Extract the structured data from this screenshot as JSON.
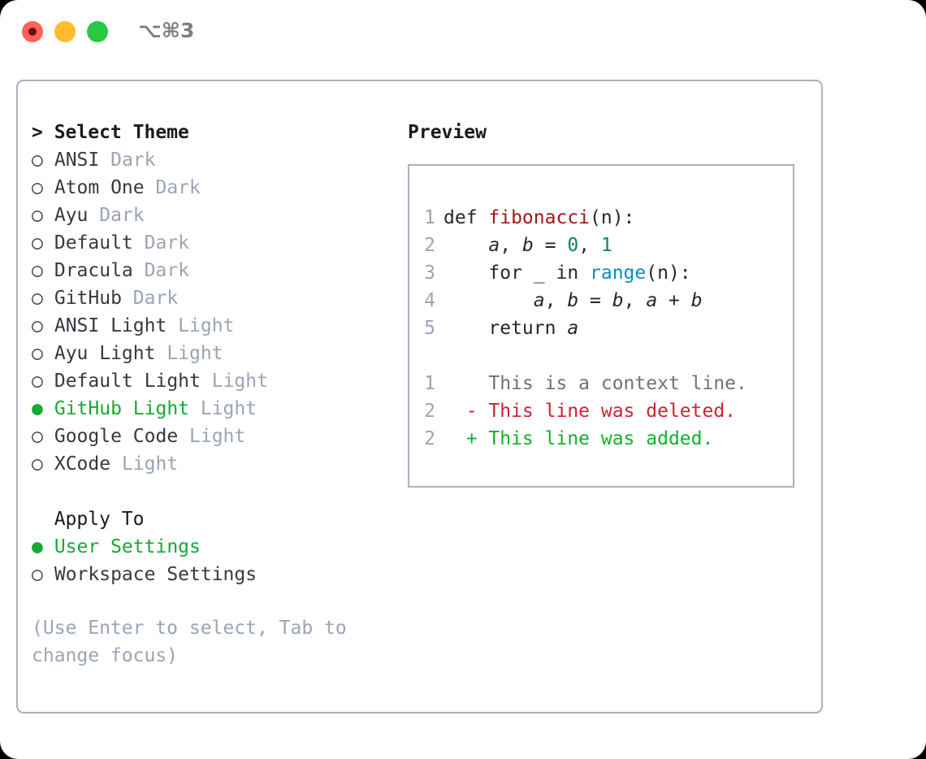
{
  "titlebar": {
    "shortcut": "⌥⌘3",
    "lights": [
      {
        "name": "close",
        "color": "#ff6259"
      },
      {
        "name": "minimize",
        "color": "#febc2e"
      },
      {
        "name": "maximize",
        "color": "#28c840"
      }
    ]
  },
  "theme_list": {
    "header": "> Select Theme",
    "marker_selected": "●",
    "marker_unselected": "○",
    "items": [
      {
        "name": "ANSI",
        "variant": "Dark",
        "selected": false
      },
      {
        "name": "Atom One",
        "variant": "Dark",
        "selected": false
      },
      {
        "name": "Ayu",
        "variant": "Dark",
        "selected": false
      },
      {
        "name": "Default",
        "variant": "Dark",
        "selected": false
      },
      {
        "name": "Dracula",
        "variant": "Dark",
        "selected": false
      },
      {
        "name": "GitHub",
        "variant": "Dark",
        "selected": false
      },
      {
        "name": "ANSI Light",
        "variant": "Light",
        "selected": false
      },
      {
        "name": "Ayu Light",
        "variant": "Light",
        "selected": false
      },
      {
        "name": "Default Light",
        "variant": "Light",
        "selected": false
      },
      {
        "name": "GitHub Light",
        "variant": "Light",
        "selected": true
      },
      {
        "name": "Google Code",
        "variant": "Light",
        "selected": false
      },
      {
        "name": "XCode",
        "variant": "Light",
        "selected": false
      }
    ]
  },
  "apply_to": {
    "title": "Apply To",
    "items": [
      {
        "name": "User Settings",
        "selected": true
      },
      {
        "name": "Workspace Settings",
        "selected": false
      }
    ]
  },
  "hint": "(Use Enter to select, Tab to change focus)",
  "preview": {
    "header": "Preview",
    "code_lines": [
      {
        "num": "1",
        "tokens": [
          {
            "text": "def ",
            "kind": "plain"
          },
          {
            "text": "fibonacci",
            "kind": "fn"
          },
          {
            "text": "(n):",
            "kind": "plain"
          }
        ]
      },
      {
        "num": "2",
        "tokens": [
          {
            "text": "    ",
            "kind": "plain"
          },
          {
            "text": "a",
            "kind": "var"
          },
          {
            "text": ", ",
            "kind": "plain"
          },
          {
            "text": "b",
            "kind": "var"
          },
          {
            "text": " = ",
            "kind": "plain"
          },
          {
            "text": "0",
            "kind": "num"
          },
          {
            "text": ", ",
            "kind": "plain"
          },
          {
            "text": "1",
            "kind": "num"
          }
        ]
      },
      {
        "num": "3",
        "tokens": [
          {
            "text": "    for _ in ",
            "kind": "plain"
          },
          {
            "text": "range",
            "kind": "call"
          },
          {
            "text": "(n):",
            "kind": "plain"
          }
        ]
      },
      {
        "num": "4",
        "tokens": [
          {
            "text": "        ",
            "kind": "plain"
          },
          {
            "text": "a",
            "kind": "var"
          },
          {
            "text": ", ",
            "kind": "plain"
          },
          {
            "text": "b",
            "kind": "var"
          },
          {
            "text": " = ",
            "kind": "plain"
          },
          {
            "text": "b",
            "kind": "var"
          },
          {
            "text": ", ",
            "kind": "plain"
          },
          {
            "text": "a",
            "kind": "var"
          },
          {
            "text": " + ",
            "kind": "plain"
          },
          {
            "text": "b",
            "kind": "var"
          }
        ]
      },
      {
        "num": "5",
        "tokens": [
          {
            "text": "    return ",
            "kind": "plain"
          },
          {
            "text": "a",
            "kind": "var"
          }
        ]
      }
    ],
    "diff_lines": [
      {
        "num": "1",
        "sign": " ",
        "text": "This is a context line.",
        "kind": "ctx"
      },
      {
        "num": "2",
        "sign": "-",
        "text": "This line was deleted.",
        "kind": "del"
      },
      {
        "num": "2",
        "sign": "+",
        "text": "This line was added.",
        "kind": "add"
      }
    ]
  },
  "colors": {
    "accent_green": "#16a934",
    "muted": "#9aa5b4",
    "border": "#a8b2c0",
    "diff_added": "#0fb328",
    "diff_deleted": "#cb2431",
    "diff_context": "#6a737d"
  }
}
